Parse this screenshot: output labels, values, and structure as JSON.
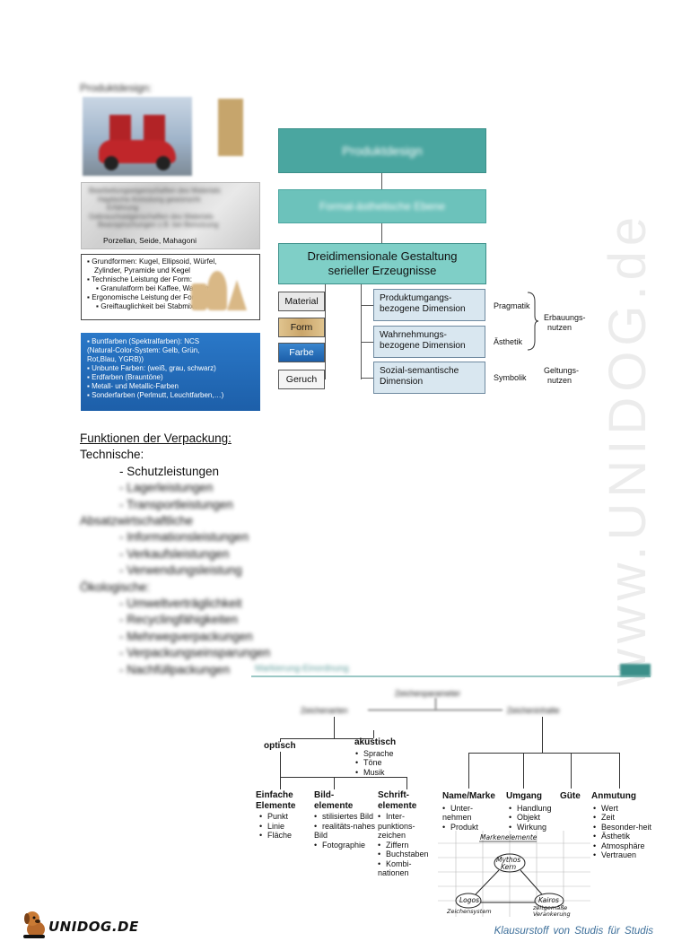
{
  "watermark": "www.UNIDOG.de",
  "left_slide": {
    "heading": "Produktdesign:",
    "grey_box_lines": [
      "Bearbeitungseigenschaften des Materials",
      "Haptische Anmutung gewünscht",
      "Erfahrung",
      "Gebrauchseigenschaften des Materials",
      "Beanspruchungen z.B. bei Benutzung"
    ],
    "grey_box_clear": "Porzellan, Seide, Mahagoni",
    "form_box": {
      "l1": "Grundformen: Kugel, Ellipsoid, Würfel,",
      "l2": "Zylinder, Pyramide und Kegel",
      "l3": "Technische Leistung der Form:",
      "l4": "Granulatform bei Kaffee, Waschmittel",
      "l5": "Ergonomische Leistung der Form:",
      "l6": "Greiftauglichkeit bei Stabmixern"
    },
    "blue_box": {
      "l1": "Buntfarben (Spektralfarben): NCS",
      "l2": "(Natural-Color-System: Gelb, Grün,",
      "l3": "Rot,Blau, YGRB))",
      "l4": "Unbunte Farben: (weiß, grau, schwarz)",
      "l5": "Erdfarben (Brauntöne)",
      "l6": "Metall- und Metallic-Farben",
      "l7": "Sonderfarben (Perlmutt, Leuchtfarben,…)"
    }
  },
  "diagram": {
    "top": "Produktdesign",
    "mid": "Formal-ästhetische Ebene",
    "main_l1": "Dreidimensionale Gestaltung",
    "main_l2": "serieller Erzeugnisse",
    "chips": [
      "Material",
      "Form",
      "Farbe",
      "Geruch"
    ],
    "dims": [
      {
        "l1": "Produktumgangs-",
        "l2": "bezogene Dimension",
        "label": "Pragmatik"
      },
      {
        "l1": "Wahrnehmungs-",
        "l2": "bezogene Dimension",
        "label": "Ästhetik"
      },
      {
        "l1": "Sozial-semantische",
        "l2": "Dimension",
        "label": "Symbolik"
      }
    ],
    "erbauung_l1": "Erbauungs-",
    "erbauung_l2": "nutzen",
    "geltung_l1": "Geltungs-",
    "geltung_l2": "nutzen"
  },
  "text": {
    "heading": "Funktionen der Verpackung:",
    "technische": "Technische:",
    "t_items": [
      "- Schutzleistungen",
      "- Lagerleistungen",
      "- Transportleistungen"
    ],
    "absatz": "Absatzwirtschaftliche",
    "a_items": [
      "- Informationsleistungen",
      "- Verkaufsleistungen",
      "- Verwendungsleistung"
    ],
    "oeko": "Ökologische:",
    "o_items": [
      "- Umweltverträglichkeit",
      "- Recyclingfähigkeiten",
      "- Mehrwegverpackungen",
      "- Verpackungseinsparungen",
      "- Nachfüllpackungen"
    ]
  },
  "bottom": {
    "band_title": "Markierung-Einordnung",
    "zeichenparameter": "Zeichenparameter",
    "zeichenarten": "Zeichenarten",
    "zeicheninhalte": "Zeicheninhalte",
    "optisch": "optisch",
    "akustisch": "akustisch",
    "akustisch_items": [
      "Sprache",
      "Töne",
      "Musik"
    ],
    "einfache_l1": "Einfache",
    "einfache_l2": "Elemente",
    "einfache_items": [
      "Punkt",
      "Linie",
      "Fläche"
    ],
    "bild_l1": "Bild-",
    "bild_l2": "elemente",
    "bild_items": [
      "stilisiertes Bild",
      "realitäts-nahes Bild",
      "Fotographie"
    ],
    "schrift_l1": "Schrift-",
    "schrift_l2": "elemente",
    "schrift_items": [
      "Inter-punktions-zeichen",
      "Ziffern",
      "Buchstaben",
      "Kombi-nationen"
    ],
    "name_marke": "Name/Marke",
    "name_items": [
      "Unter-nehmen",
      "Produkt"
    ],
    "umgang": "Umgang",
    "umgang_items": [
      "Handlung",
      "Objekt",
      "Wirkung"
    ],
    "guete": "Güte",
    "anmutung": "Anmutung",
    "anmutung_items": [
      "Wert",
      "Zeit",
      "Besonder-heit",
      "Ästhetik",
      "Atmosphäre",
      "Vertrauen"
    ],
    "sketch": {
      "title": "Markenelemente",
      "mythos_l1": "Mythos",
      "mythos_l2": "Kern",
      "logos": "Logos",
      "kairos": "Kairos",
      "logos_note": "Zeichensystem",
      "kairos_note_l1": "zeitgemäße",
      "kairos_note_l2": "Verankerung"
    }
  },
  "footer": {
    "logo": "UNIDOG.DE",
    "note": "Klausurstoff von Studis für Studis"
  }
}
